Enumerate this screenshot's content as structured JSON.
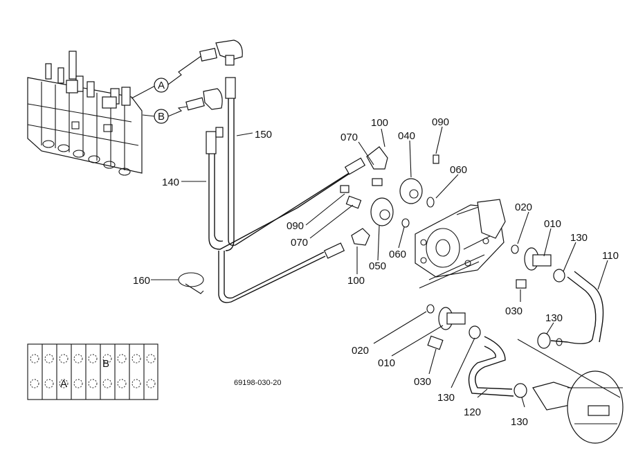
{
  "diagram_code": "69198-030-20",
  "connectors": {
    "a": "A",
    "b": "B"
  },
  "panel_labels": {
    "a": "A",
    "b": "B"
  },
  "callouts": {
    "c010_a": "010",
    "c010_b": "010",
    "c020_a": "020",
    "c020_b": "020",
    "c030_a": "030",
    "c030_b": "030",
    "c040": "040",
    "c050": "050",
    "c060_a": "060",
    "c060_b": "060",
    "c070_a": "070",
    "c070_b": "070",
    "c090_a": "090",
    "c090_b": "090",
    "c100_a": "100",
    "c100_b": "100",
    "c110": "110",
    "c120": "120",
    "c130_a": "130",
    "c130_b": "130",
    "c130_c": "130",
    "c130_d": "130",
    "c140": "140",
    "c150": "150",
    "c160": "160"
  }
}
